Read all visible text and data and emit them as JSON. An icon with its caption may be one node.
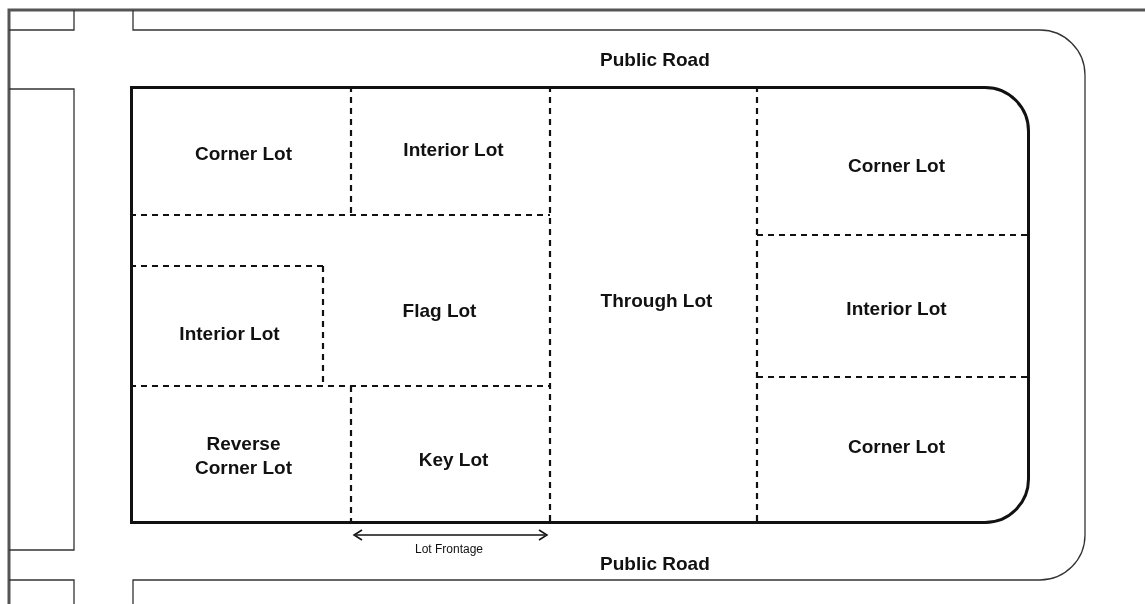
{
  "diagram": {
    "nodes": [
      {
        "text": [],
        "shape": "box"
      },
      {
        "text": [
          "Corner Lot"
        ],
        "in": 0
      },
      {
        "text": [
          "Interior Lot"
        ],
        "in": 0
      },
      {
        "text": [
          "Through Lot"
        ],
        "in": 0
      },
      {
        "text": [
          "Corner Lot"
        ],
        "in": 0
      },
      {
        "text": [
          "Flag Lot"
        ],
        "in": 0
      },
      {
        "text": [
          "Interior Lot"
        ],
        "in": 0
      },
      {
        "text": [
          "Interior Lot"
        ],
        "in": 0
      },
      {
        "text": [
          "Reverse Corner Lot"
        ],
        "in": 0
      },
      {
        "text": [
          "Key Lot"
        ],
        "in": 0
      },
      {
        "text": [
          "Corner Lot"
        ],
        "in": 0
      }
    ],
    "labels": [
      "Public Road",
      "Lot Frontage",
      "Public Road"
    ]
  }
}
